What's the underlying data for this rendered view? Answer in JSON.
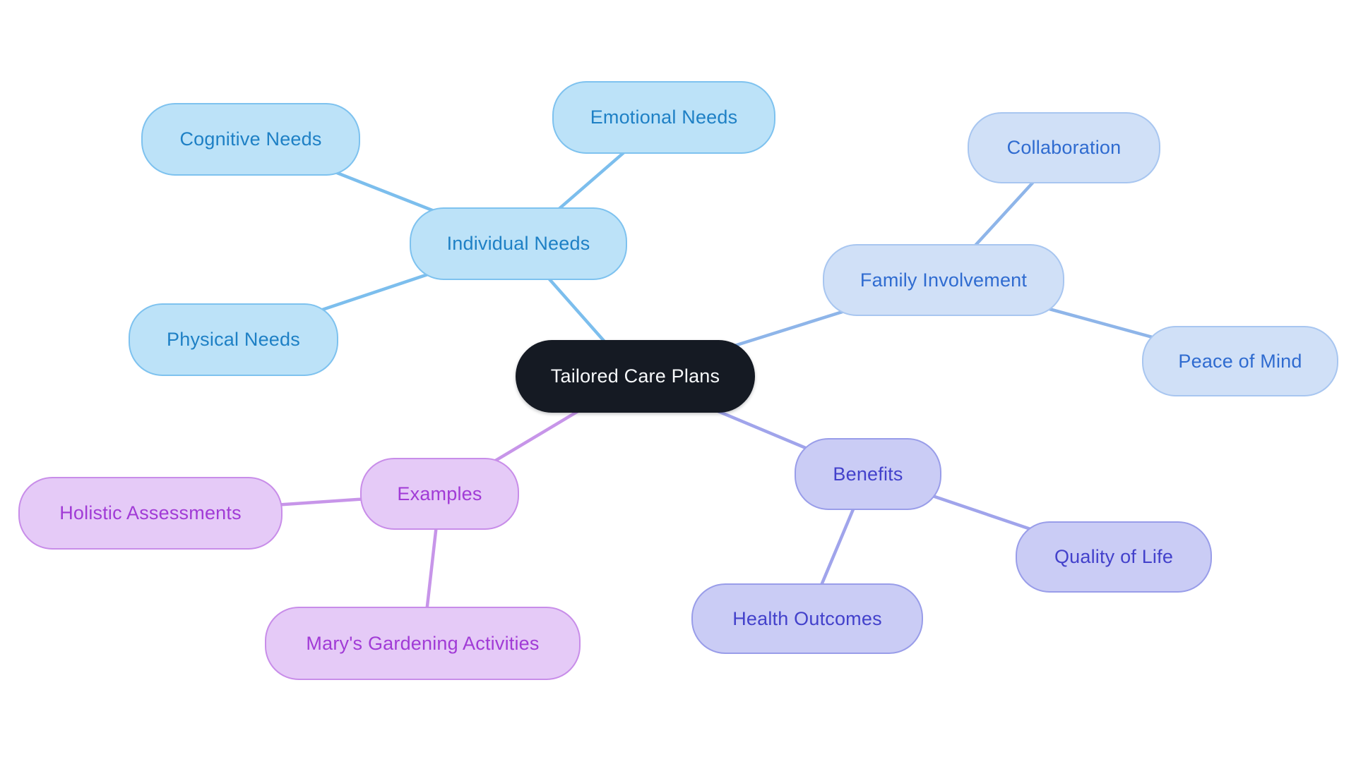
{
  "mindmap": {
    "type": "mindmap",
    "root": {
      "label": "Tailored Care Plans"
    },
    "branches": [
      {
        "label": "Individual Needs",
        "children": [
          {
            "label": "Cognitive Needs"
          },
          {
            "label": "Emotional Needs"
          },
          {
            "label": "Physical Needs"
          }
        ]
      },
      {
        "label": "Family Involvement",
        "children": [
          {
            "label": "Collaboration"
          },
          {
            "label": "Peace of Mind"
          }
        ]
      },
      {
        "label": "Benefits",
        "children": [
          {
            "label": "Health Outcomes"
          },
          {
            "label": "Quality of Life"
          }
        ]
      },
      {
        "label": "Examples",
        "children": [
          {
            "label": "Holistic Assessments"
          },
          {
            "label": "Mary's Gardening Activities"
          }
        ]
      }
    ]
  },
  "palette": {
    "canvas-bg": "#FFFFFF",
    "root-fill": "#151A23",
    "root-text": "#F7F9FB",
    "b1-fill": "#BCE2F8",
    "b1-border": "#7EC2EF",
    "b1-text": "#1E80C5",
    "b1-edge": "#7CBEED",
    "b2-fill": "#D0E0F7",
    "b2-border": "#A8C6F0",
    "b2-text": "#2F6BD0",
    "b2-edge": "#8EB5E9",
    "b3-fill": "#CACCF5",
    "b3-border": "#999DE9",
    "b3-text": "#4341CB",
    "b3-edge": "#A0A4EB",
    "b4-fill": "#E5CAF7",
    "b4-border": "#C88DE9",
    "b4-text": "#A13BD6",
    "b4-edge": "#C795E9"
  }
}
